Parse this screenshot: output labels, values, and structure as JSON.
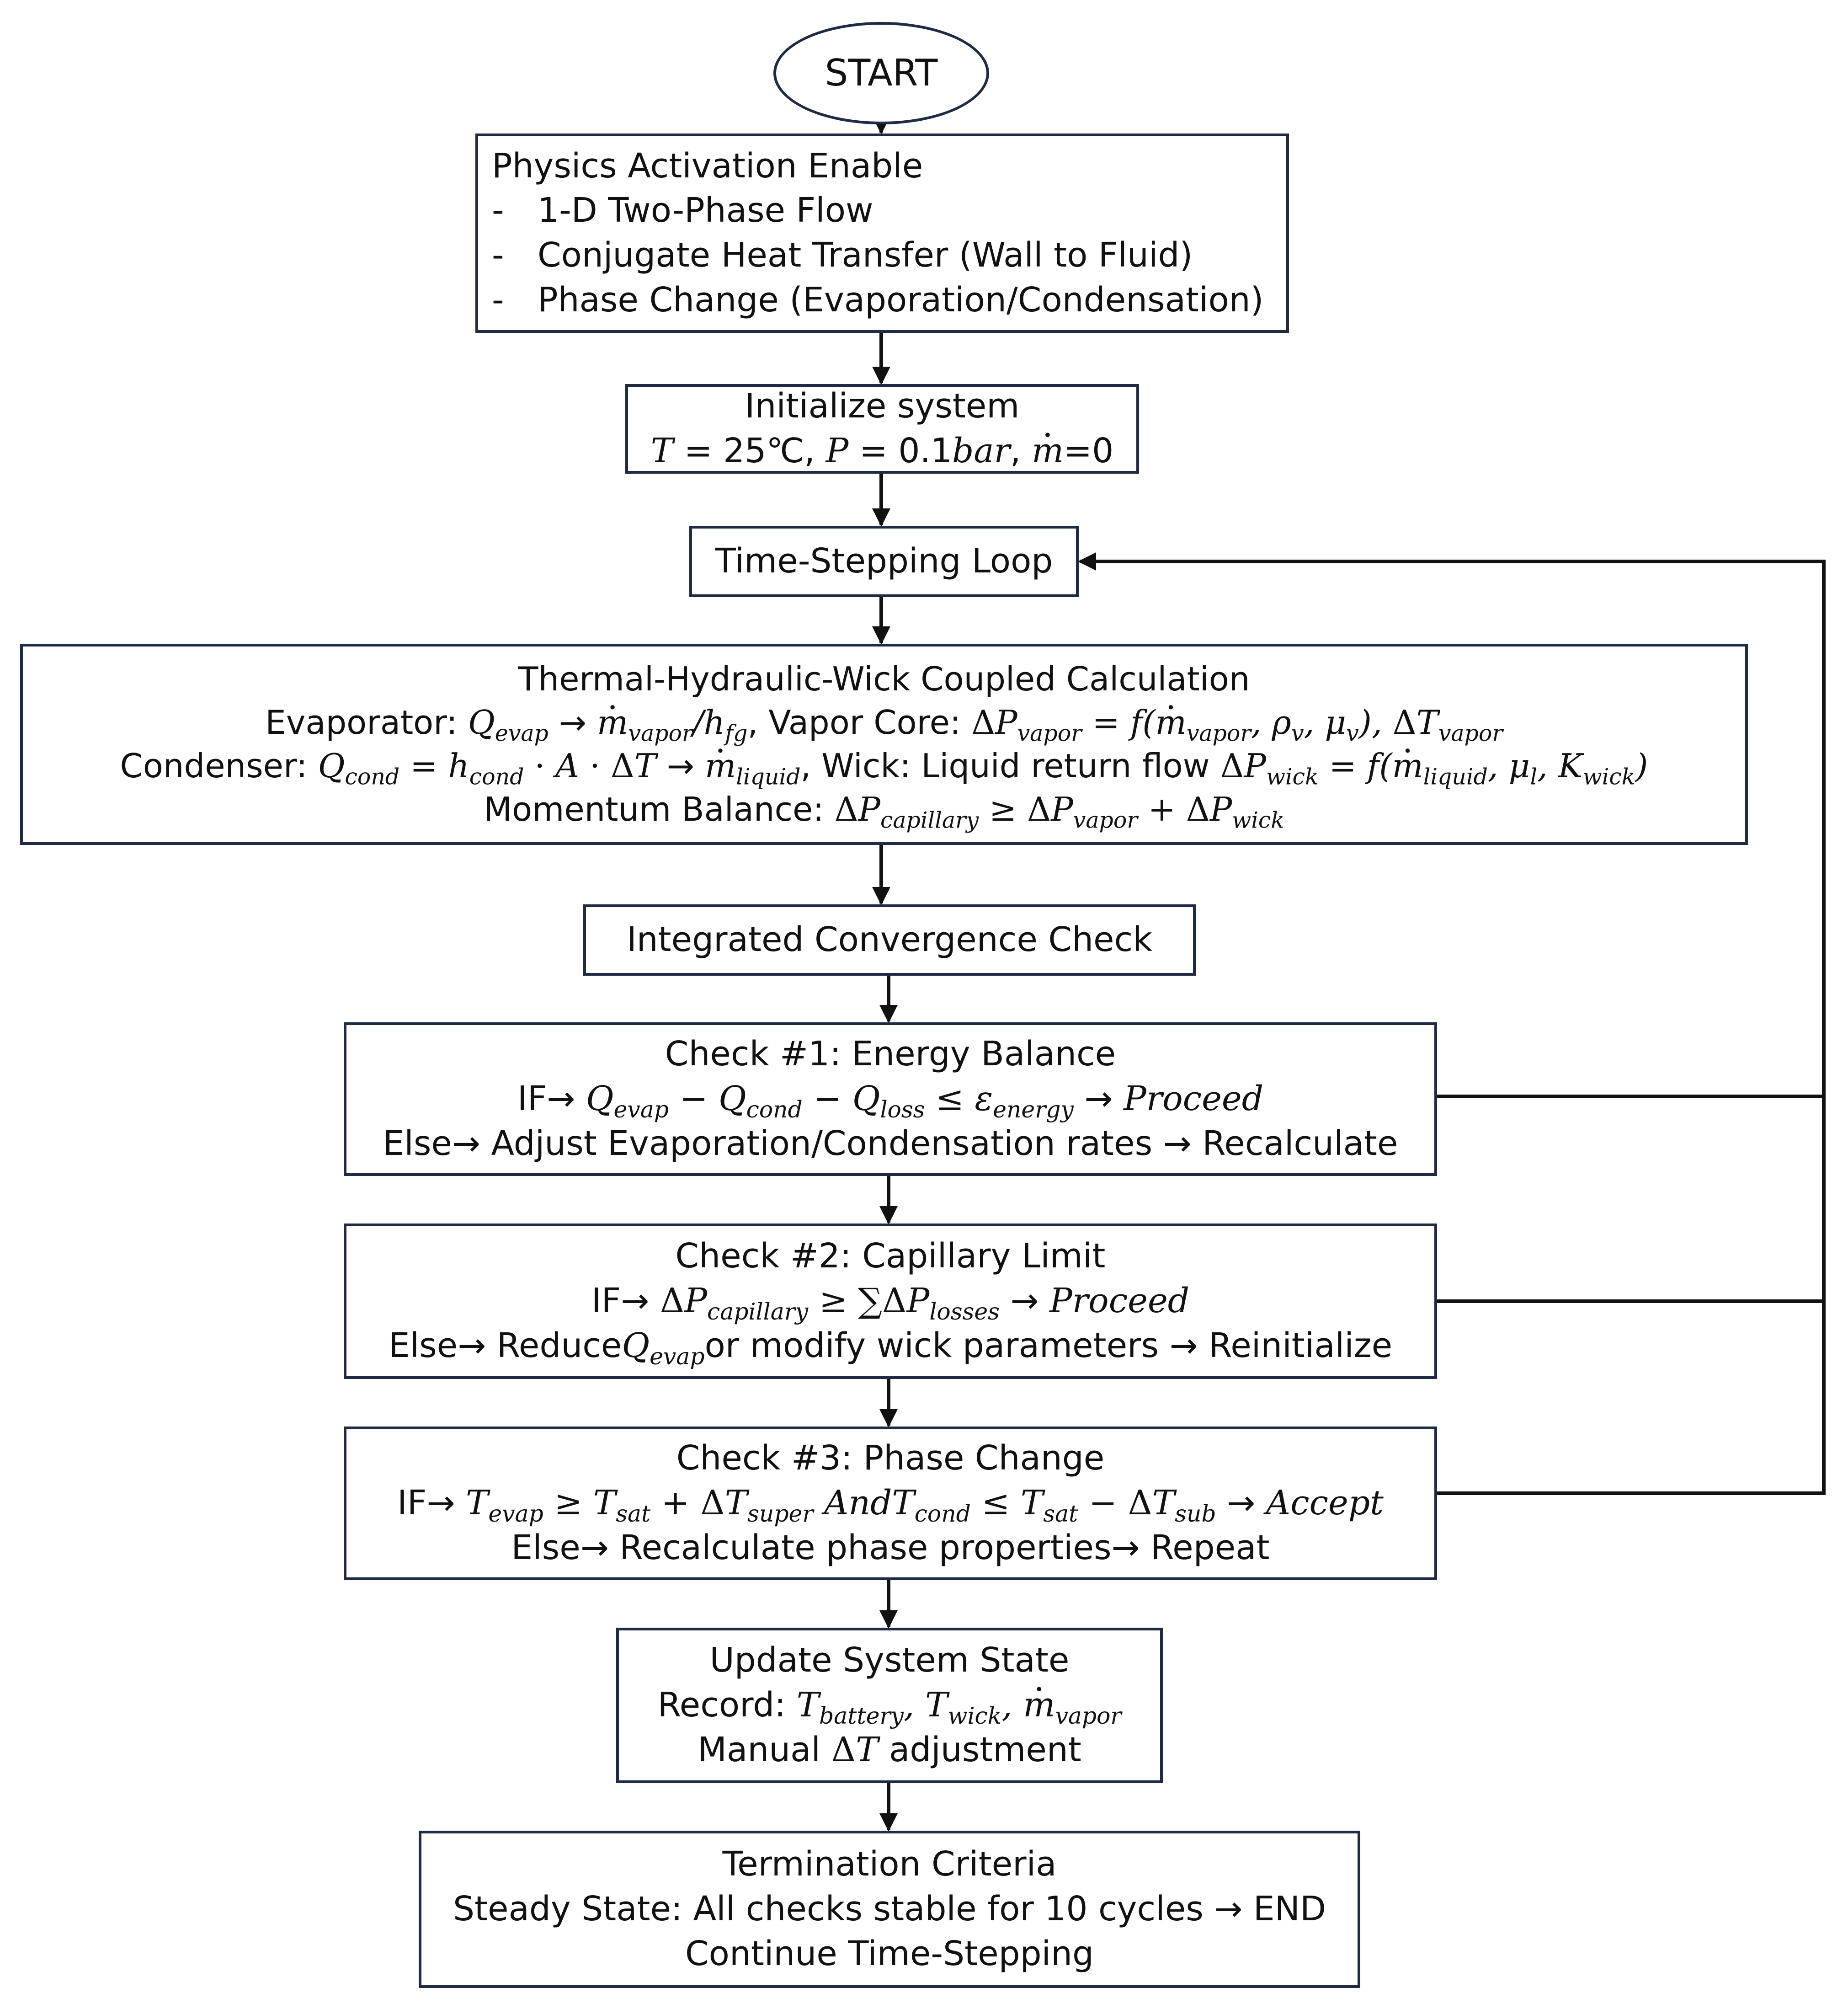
{
  "start": "START",
  "physics": {
    "title": "Physics Activation Enable",
    "items": [
      "1-D Two-Phase Flow",
      "Conjugate Heat Transfer (Wall to Fluid)",
      "Phase Change (Evaporation/Condensation)"
    ]
  },
  "init": {
    "title": "Initialize system",
    "temp_value": "25℃",
    "pressure_value": "0.1",
    "pressure_unit": "bar",
    "mdot_value": "=0"
  },
  "loop": {
    "title": "Time-Stepping Loop"
  },
  "coupled": {
    "title": "Thermal-Hydraulic-Wick Coupled Calculation",
    "evaporator_label": "Evaporator:",
    "vapor_core_label": "Vapor Core:",
    "condenser_label": "Condenser:",
    "wick_label": "Wick: Liquid return flow",
    "momentum_label": "Momentum Balance:"
  },
  "convergence": {
    "title": "Integrated Convergence Check"
  },
  "check1": {
    "title": "Check #1: Energy Balance",
    "if_label": "IF→",
    "action": "Proceed",
    "else_text": "Else→ Adjust Evaporation/Condensation rates → Recalculate"
  },
  "check2": {
    "title": "Check #2: Capillary Limit",
    "if_label": "IF→",
    "action": "Proceed",
    "else_pre": "Else→ Reduce",
    "else_post": "or modify wick parameters → Reinitialize"
  },
  "check3": {
    "title": "Check #3: Phase Change",
    "if_label": "IF→",
    "and_word": "And",
    "action": "Accept",
    "else_text": "Else→ Recalculate phase properties→ Repeat"
  },
  "update": {
    "title": "Update System State",
    "record_label": "Record:",
    "manual_pre": "Manual",
    "manual_post": "adjustment"
  },
  "termination": {
    "title": "Termination Criteria",
    "line2": "Steady State: All checks stable for 10 cycles → END",
    "line3": "Continue Time-Stepping"
  }
}
